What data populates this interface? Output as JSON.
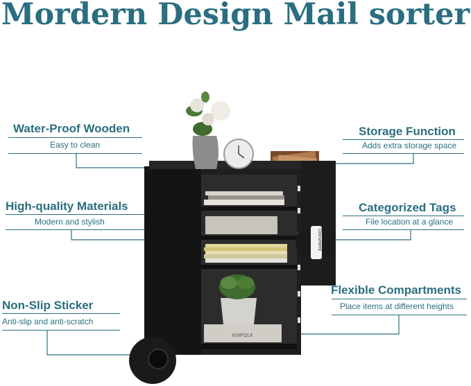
{
  "title": "Mordern Design Mail sorter",
  "features": [
    {
      "title": "Water-Proof Wooden",
      "subtitle": "Easy to clean"
    },
    {
      "title": "Storage Function",
      "subtitle": "Adds extra storage space"
    },
    {
      "title": "High-quality Materials",
      "subtitle": "Modern and stylish"
    },
    {
      "title": "Categorized Tags",
      "subtitle": "File location at a glance"
    },
    {
      "title": "Flexible Compartments",
      "subtitle": "Place items at different heights"
    },
    {
      "title": "Non-Slip Sticker",
      "subtitle": "Anti-slip and anti-scratch"
    }
  ],
  "product": {
    "tag_text": "Document",
    "book_text": "KINFOLK"
  },
  "colors": {
    "accent": "#2a6e80",
    "cabinet": "#1f1f1f",
    "background": "#ffffff"
  }
}
